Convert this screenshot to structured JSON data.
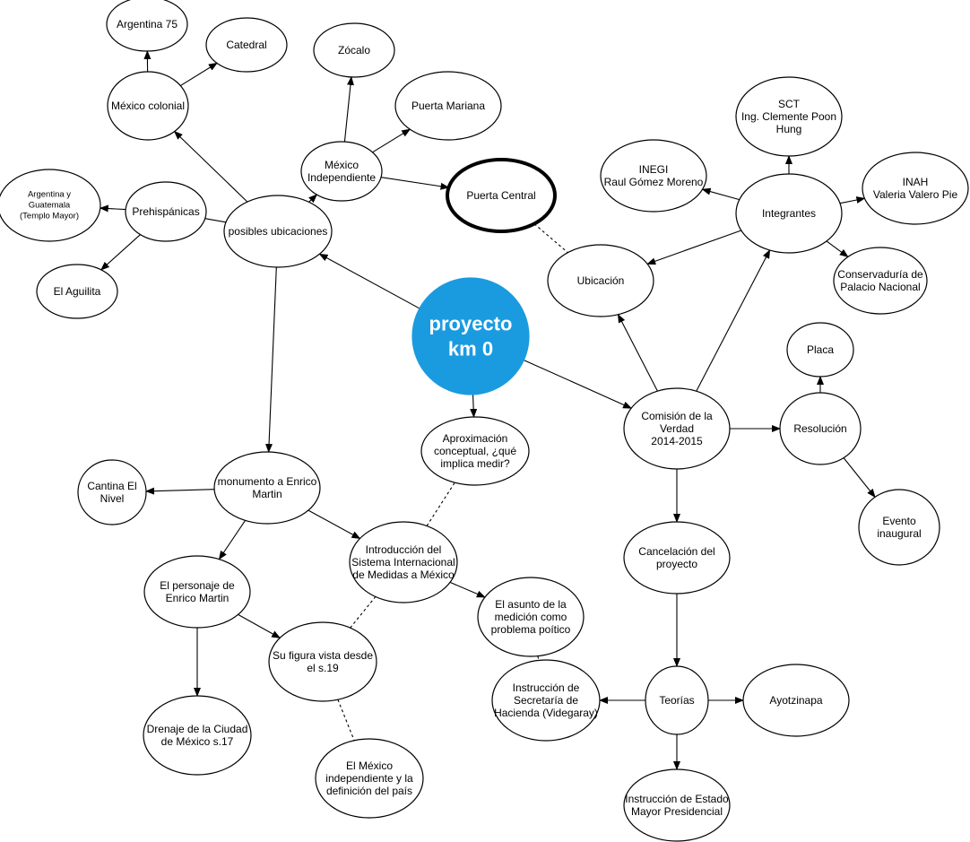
{
  "diagram": {
    "nodes": [
      {
        "id": "center",
        "lines": [
          "proyecto",
          "km 0"
        ],
        "style": "center"
      },
      {
        "id": "posibles",
        "lines": [
          "posibles ubicaciones"
        ]
      },
      {
        "id": "mex_colonial",
        "lines": [
          "México colonial"
        ]
      },
      {
        "id": "argentina75",
        "lines": [
          "Argentina 75"
        ]
      },
      {
        "id": "catedral",
        "lines": [
          "Catedral"
        ]
      },
      {
        "id": "zocalo",
        "lines": [
          "Zócalo"
        ]
      },
      {
        "id": "mex_indep",
        "lines": [
          "México",
          "Independiente"
        ]
      },
      {
        "id": "puerta_mariana",
        "lines": [
          "Puerta Mariana"
        ]
      },
      {
        "id": "puerta_central",
        "lines": [
          "Puerta Central"
        ],
        "style": "bold"
      },
      {
        "id": "prehispanicas",
        "lines": [
          "Prehispánicas"
        ]
      },
      {
        "id": "arg_guat",
        "lines": [
          "Argentina y",
          "Guatemala",
          "(Templo Mayor)"
        ],
        "style": "small"
      },
      {
        "id": "aguilita",
        "lines": [
          "El Aguilita"
        ]
      },
      {
        "id": "ubicacion",
        "lines": [
          "Ubicación"
        ]
      },
      {
        "id": "integrantes",
        "lines": [
          "Integrantes"
        ]
      },
      {
        "id": "inegi",
        "lines": [
          "INEGI",
          "Raul Gómez Moreno"
        ]
      },
      {
        "id": "sct",
        "lines": [
          "SCT",
          "Ing. Clemente Poon",
          "Hung"
        ]
      },
      {
        "id": "inah",
        "lines": [
          "INAH",
          "Valeria Valero Pie"
        ]
      },
      {
        "id": "conservaduria",
        "lines": [
          "Conservaduría de",
          "Palacio Nacional"
        ]
      },
      {
        "id": "comision",
        "lines": [
          "Comisión de la",
          "Verdad",
          "2014-2015"
        ]
      },
      {
        "id": "placa",
        "lines": [
          "Placa"
        ]
      },
      {
        "id": "resolucion",
        "lines": [
          "Resolución"
        ]
      },
      {
        "id": "evento",
        "lines": [
          "Evento",
          "inaugural"
        ]
      },
      {
        "id": "aproximacion",
        "lines": [
          "Aproximación",
          "conceptual, ¿qué",
          "implica medir?"
        ]
      },
      {
        "id": "monumento",
        "lines": [
          "monumento a Enrico",
          "Martin"
        ]
      },
      {
        "id": "cantina",
        "lines": [
          "Cantina El",
          "Nivel"
        ]
      },
      {
        "id": "personaje",
        "lines": [
          "El personaje de",
          "Enrico Martin"
        ]
      },
      {
        "id": "introduccion",
        "lines": [
          "Introducción del",
          "Sistema Internacional",
          "de Medidas a México"
        ]
      },
      {
        "id": "asunto",
        "lines": [
          "El asunto de la",
          "medición como",
          "problema poítico"
        ]
      },
      {
        "id": "su_figura",
        "lines": [
          "Su figura vista desde",
          "el s.19"
        ]
      },
      {
        "id": "drenaje",
        "lines": [
          "Drenaje de la Ciudad",
          "de México s.17"
        ]
      },
      {
        "id": "mex_indep_def",
        "lines": [
          "El México",
          "independiente y la",
          "definición del país"
        ]
      },
      {
        "id": "cancelacion",
        "lines": [
          "Cancelación del",
          "proyecto"
        ]
      },
      {
        "id": "teorias",
        "lines": [
          "Teorías"
        ]
      },
      {
        "id": "ayotzinapa",
        "lines": [
          "Ayotzinapa"
        ]
      },
      {
        "id": "instr_hacienda",
        "lines": [
          "Instrucción de",
          "Secretaría de",
          "Hacienda (Videgaray)"
        ]
      },
      {
        "id": "instr_estado",
        "lines": [
          "Instrucción de Estado",
          "Mayor Presidencial"
        ]
      }
    ],
    "edges": [
      {
        "from": "center",
        "to": "posibles",
        "type": "arrow"
      },
      {
        "from": "posibles",
        "to": "mex_colonial",
        "type": "arrow"
      },
      {
        "from": "mex_colonial",
        "to": "argentina75",
        "type": "arrow"
      },
      {
        "from": "mex_colonial",
        "to": "catedral",
        "type": "arrow"
      },
      {
        "from": "posibles",
        "to": "mex_indep",
        "type": "arrow"
      },
      {
        "from": "mex_indep",
        "to": "zocalo",
        "type": "arrow"
      },
      {
        "from": "mex_indep",
        "to": "puerta_mariana",
        "type": "arrow"
      },
      {
        "from": "mex_indep",
        "to": "puerta_central",
        "type": "arrow"
      },
      {
        "from": "posibles",
        "to": "prehispanicas",
        "type": "line"
      },
      {
        "from": "prehispanicas",
        "to": "arg_guat",
        "type": "arrow"
      },
      {
        "from": "prehispanicas",
        "to": "aguilita",
        "type": "arrow"
      },
      {
        "from": "posibles",
        "to": "monumento",
        "type": "arrow"
      },
      {
        "from": "puerta_central",
        "to": "ubicacion",
        "type": "dashed"
      },
      {
        "from": "center",
        "to": "comision",
        "type": "arrow"
      },
      {
        "from": "center",
        "to": "aproximacion",
        "type": "arrow"
      },
      {
        "from": "comision",
        "to": "ubicacion",
        "type": "arrow"
      },
      {
        "from": "comision",
        "to": "integrantes",
        "type": "arrow"
      },
      {
        "from": "integrantes",
        "to": "ubicacion",
        "type": "arrow"
      },
      {
        "from": "integrantes",
        "to": "inegi",
        "type": "arrow"
      },
      {
        "from": "integrantes",
        "to": "sct",
        "type": "arrow"
      },
      {
        "from": "integrantes",
        "to": "inah",
        "type": "arrow"
      },
      {
        "from": "integrantes",
        "to": "conservaduria",
        "type": "arrow"
      },
      {
        "from": "comision",
        "to": "resolucion",
        "type": "arrow"
      },
      {
        "from": "resolucion",
        "to": "placa",
        "type": "arrow"
      },
      {
        "from": "resolucion",
        "to": "evento",
        "type": "arrow"
      },
      {
        "from": "comision",
        "to": "cancelacion",
        "type": "arrow"
      },
      {
        "from": "cancelacion",
        "to": "teorias",
        "type": "arrow"
      },
      {
        "from": "teorias",
        "to": "ayotzinapa",
        "type": "arrow"
      },
      {
        "from": "teorias",
        "to": "instr_hacienda",
        "type": "arrow"
      },
      {
        "from": "teorias",
        "to": "instr_estado",
        "type": "arrow"
      },
      {
        "from": "monumento",
        "to": "cantina",
        "type": "arrow"
      },
      {
        "from": "monumento",
        "to": "personaje",
        "type": "arrow"
      },
      {
        "from": "monumento",
        "to": "introduccion",
        "type": "arrow"
      },
      {
        "from": "personaje",
        "to": "drenaje",
        "type": "arrow"
      },
      {
        "from": "personaje",
        "to": "su_figura",
        "type": "arrow"
      },
      {
        "from": "introduccion",
        "to": "asunto",
        "type": "arrow"
      },
      {
        "from": "introduccion",
        "to": "aproximacion",
        "type": "dashed"
      },
      {
        "from": "su_figura",
        "to": "introduccion",
        "type": "dashed"
      },
      {
        "from": "su_figura",
        "to": "mex_indep_def",
        "type": "dashed"
      },
      {
        "from": "asunto",
        "to": "instr_hacienda",
        "type": "dashed"
      }
    ]
  }
}
